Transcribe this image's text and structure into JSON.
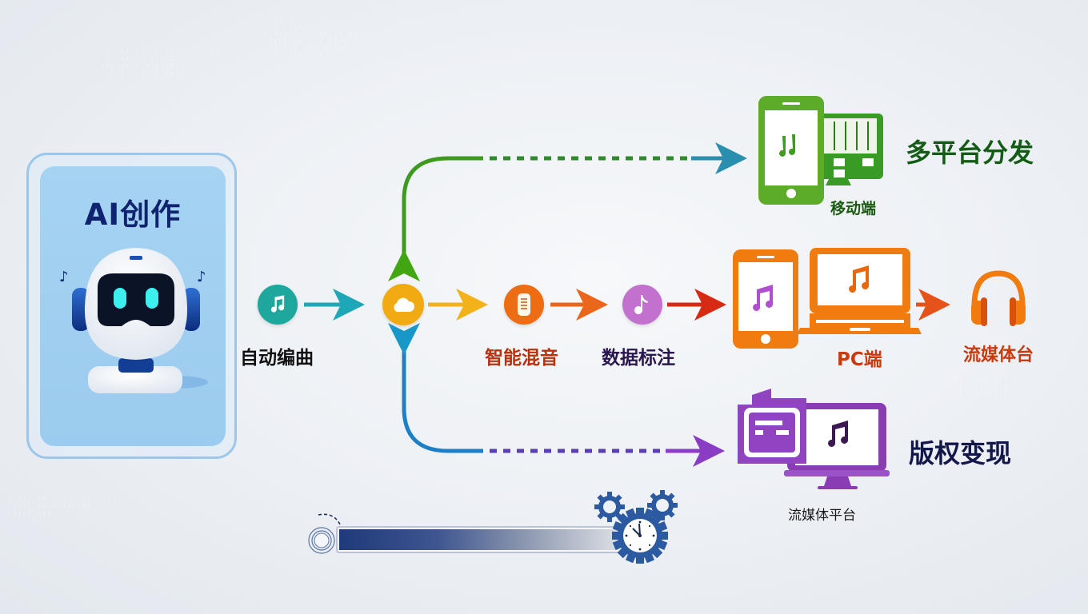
{
  "card": {
    "title": "AI创作"
  },
  "flow": {
    "steps": [
      {
        "label": "自动编曲",
        "icon": "music-note-icon",
        "color": "#1ea79c"
      },
      {
        "label": "",
        "icon": "cloud-icon",
        "color": "#f2aa12"
      },
      {
        "label": "智能混音",
        "icon": "mixer-icon",
        "color": "#ee6c12"
      },
      {
        "label": "数据标注",
        "icon": "music-note-icon",
        "color": "#c271cf"
      }
    ],
    "label_colors": {
      "step1": "#111111",
      "step3": "#b8320c",
      "step4": "#2a1650"
    }
  },
  "outputs": {
    "mobile": {
      "caption": "移动端",
      "heading": "多平台分发",
      "color": "#4c9e22",
      "heading_color": "#145c16"
    },
    "pc": {
      "caption": "PC端",
      "color": "#f07c10",
      "caption_color": "#c93a0e"
    },
    "streaming": {
      "caption": "流媒体台",
      "color": "#f07c10",
      "caption_color": "#c93a0e"
    },
    "copyright": {
      "caption": "流媒体平台",
      "heading": "版权变现",
      "color": "#8a3cb4",
      "heading_color": "#14174a"
    }
  },
  "progress": {
    "gradient_start": "#1f3a7a",
    "gradient_end": "#e8ebef",
    "gear_color": "#2c5aa0"
  }
}
